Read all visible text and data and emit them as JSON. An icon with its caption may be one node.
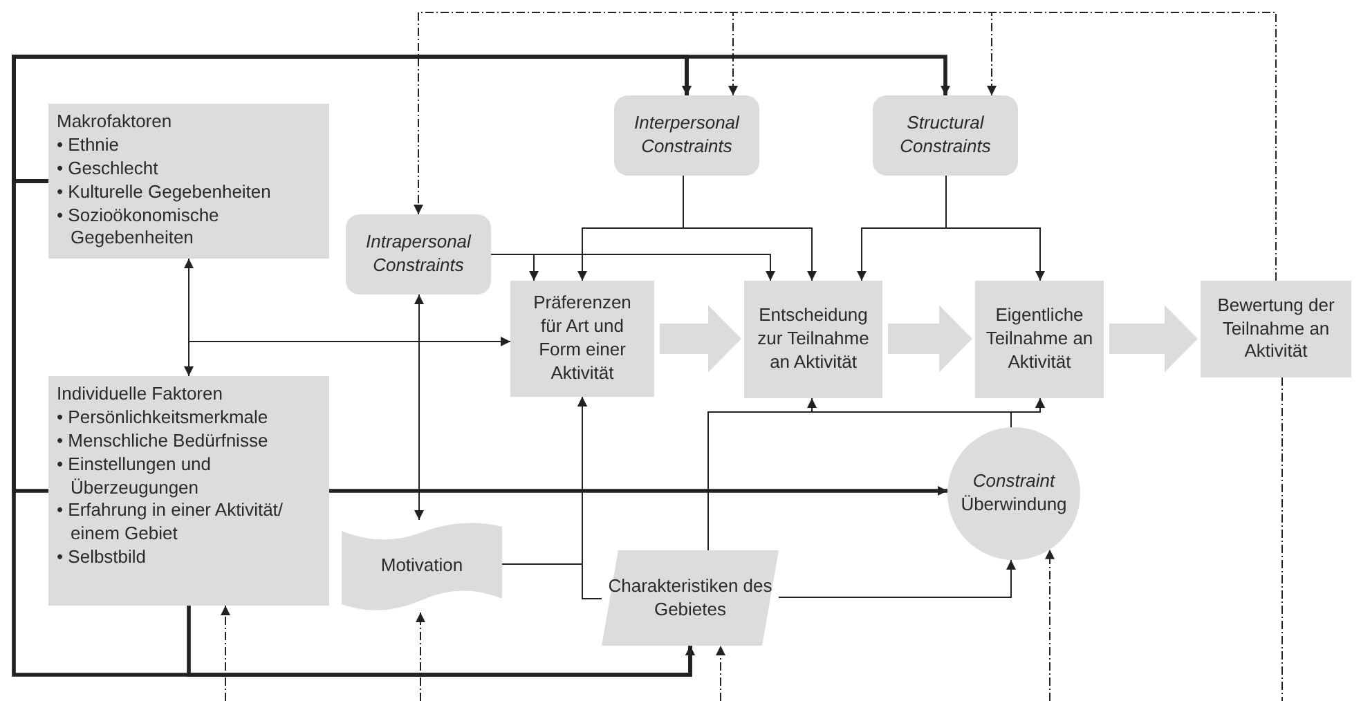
{
  "diagram": {
    "nodes": [
      {
        "text": [
          "Makrofaktoren",
          "• Ethnie",
          "• Geschlecht",
          "• Kulturelle Gegebenheiten",
          "• Sozioökonomische Gegebenheiten"
        ]
      },
      {
        "text": [
          "Individuelle Faktoren",
          "• Persönlichkeitsmerkmale",
          "• Menschliche Bedürfnisse",
          "• Einstellungen und Überzeugungen",
          "• Erfahrung in einer Aktivität/ einem Gebiet",
          "• Selbstbild"
        ]
      },
      {
        "text": [
          "Interpersonal Constraints"
        ]
      },
      {
        "text": [
          "Structural Constraints"
        ]
      },
      {
        "text": [
          "Intrapersonal Constraints"
        ]
      },
      {
        "text": [
          "Präferenzen für Art und Form einer Aktivität"
        ]
      },
      {
        "text": [
          "Entscheidung zur Teilnahme an Aktivität"
        ]
      },
      {
        "text": [
          "Eigentliche Teilnahme an Aktivität"
        ]
      },
      {
        "text": [
          "Bewertung der Teilnahme an Aktivität"
        ]
      },
      {
        "text": [
          "*Constraint* Überwindung"
        ]
      },
      {
        "text": [
          "Motivation"
        ]
      },
      {
        "text": [
          "Charakteristiken des Gebietes"
        ]
      }
    ],
    "edges": [
      {
        "from": 0,
        "to": 1,
        "arrow": "both"
      },
      {
        "from": 0,
        "to": 5,
        "arrow": "to"
      },
      {
        "from": 0,
        "to": 2,
        "arrow": "to",
        "style": "thick"
      },
      {
        "from": 0,
        "to": 3,
        "arrow": "to",
        "style": "thick"
      },
      {
        "from": 0,
        "to": 11,
        "arrow": "to",
        "style": "thick"
      },
      {
        "from": 1,
        "to": 2,
        "arrow": "to",
        "style": "thick"
      },
      {
        "from": 1,
        "to": 11,
        "arrow": "to",
        "style": "thick"
      },
      {
        "from": 1,
        "to": 9,
        "arrow": "to",
        "style": "thick"
      },
      {
        "from": 4,
        "to": 10,
        "arrow": "both"
      },
      {
        "from": 4,
        "to": 5,
        "arrow": "to"
      },
      {
        "from": 4,
        "to": 6,
        "arrow": "to"
      },
      {
        "from": 2,
        "to": 5,
        "arrow": "to"
      },
      {
        "from": 2,
        "to": 6,
        "arrow": "to"
      },
      {
        "from": 3,
        "to": 6,
        "arrow": "to"
      },
      {
        "from": 3,
        "to": 7,
        "arrow": "to"
      },
      {
        "from": 10,
        "to": 5,
        "arrow": "to"
      },
      {
        "from": 11,
        "to": 5,
        "arrow": "to"
      },
      {
        "from": 11,
        "to": 6,
        "arrow": "to"
      },
      {
        "from": 11,
        "to": 7,
        "arrow": "to"
      },
      {
        "from": 9,
        "to": 7,
        "arrow": "to"
      },
      {
        "from": 11,
        "to": 9,
        "arrow": "to"
      },
      {
        "from": 5,
        "to": 6,
        "arrow": "to",
        "style": "thick",
        "color": "#dcdcdc"
      },
      {
        "from": 6,
        "to": 7,
        "arrow": "to",
        "style": "thick",
        "color": "#dcdcdc"
      },
      {
        "from": 7,
        "to": 8,
        "arrow": "to",
        "style": "thick",
        "color": "#dcdcdc"
      },
      {
        "from": 8,
        "to": 4,
        "arrow": "to",
        "style": "dashed"
      },
      {
        "from": 8,
        "to": 2,
        "arrow": "to",
        "style": "dashed"
      },
      {
        "from": 8,
        "to": 3,
        "arrow": "to",
        "style": "dashed"
      },
      {
        "from": 8,
        "to": null,
        "arrow": "none",
        "style": "dashed"
      },
      {
        "from": null,
        "to": 1,
        "arrow": "to",
        "style": "dashed"
      },
      {
        "from": null,
        "to": 10,
        "arrow": "to",
        "style": "dashed"
      },
      {
        "from": null,
        "to": 11,
        "arrow": "to",
        "style": "dashed"
      },
      {
        "from": null,
        "to": 9,
        "arrow": "to",
        "style": "dashed"
      }
    ]
  }
}
